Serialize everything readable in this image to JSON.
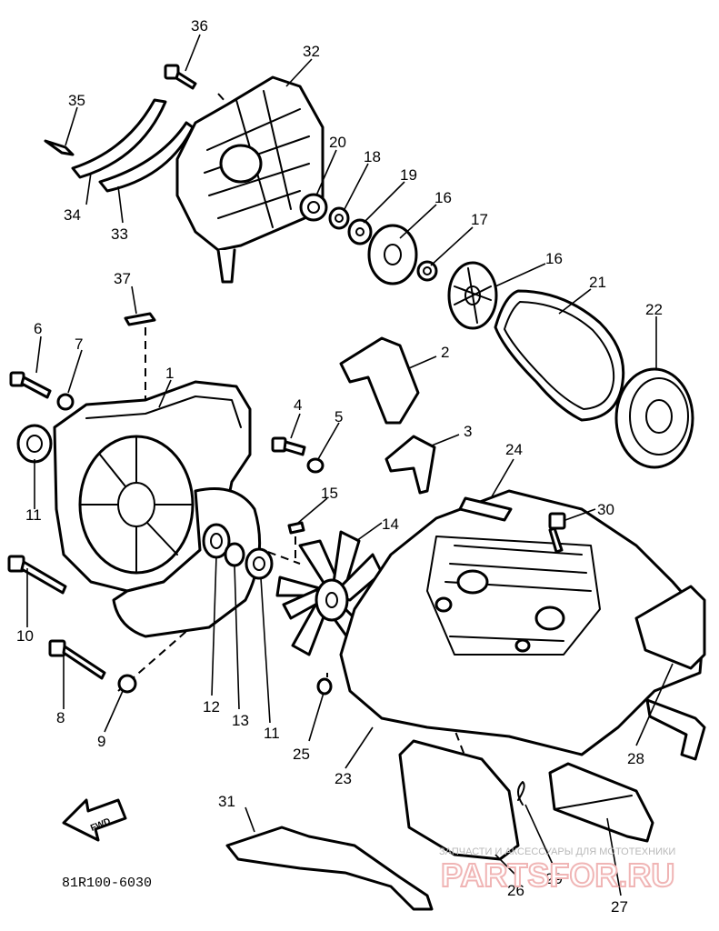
{
  "labels": {
    "p1": "1",
    "p2": "2",
    "p3": "3",
    "p4": "4",
    "p5": "5",
    "p6": "6",
    "p7": "7",
    "p8": "8",
    "p9": "9",
    "p10": "10",
    "p11a": "11",
    "p11b": "11",
    "p12": "12",
    "p13": "13",
    "p14": "14",
    "p15": "15",
    "p16a": "16",
    "p16b": "16",
    "p17": "17",
    "p18": "18",
    "p19": "19",
    "p20": "20",
    "p21": "21",
    "p22": "22",
    "p23": "23",
    "p24": "24",
    "p25": "25",
    "p26": "26",
    "p27": "27",
    "p28": "28",
    "p29": "29",
    "p30": "30",
    "p31": "31",
    "p32": "32",
    "p33": "33",
    "p34": "34",
    "p35": "35",
    "p36": "36",
    "p37": "37"
  },
  "diagram_code": "81R100-6030",
  "direction_arrow": "FWD",
  "watermark": {
    "tagline": "ЗАПЧАСТИ И АКСЕССУАРЫ ДЛЯ МОТОТЕХНИКИ",
    "brand": "PARTSFOR.RU"
  }
}
